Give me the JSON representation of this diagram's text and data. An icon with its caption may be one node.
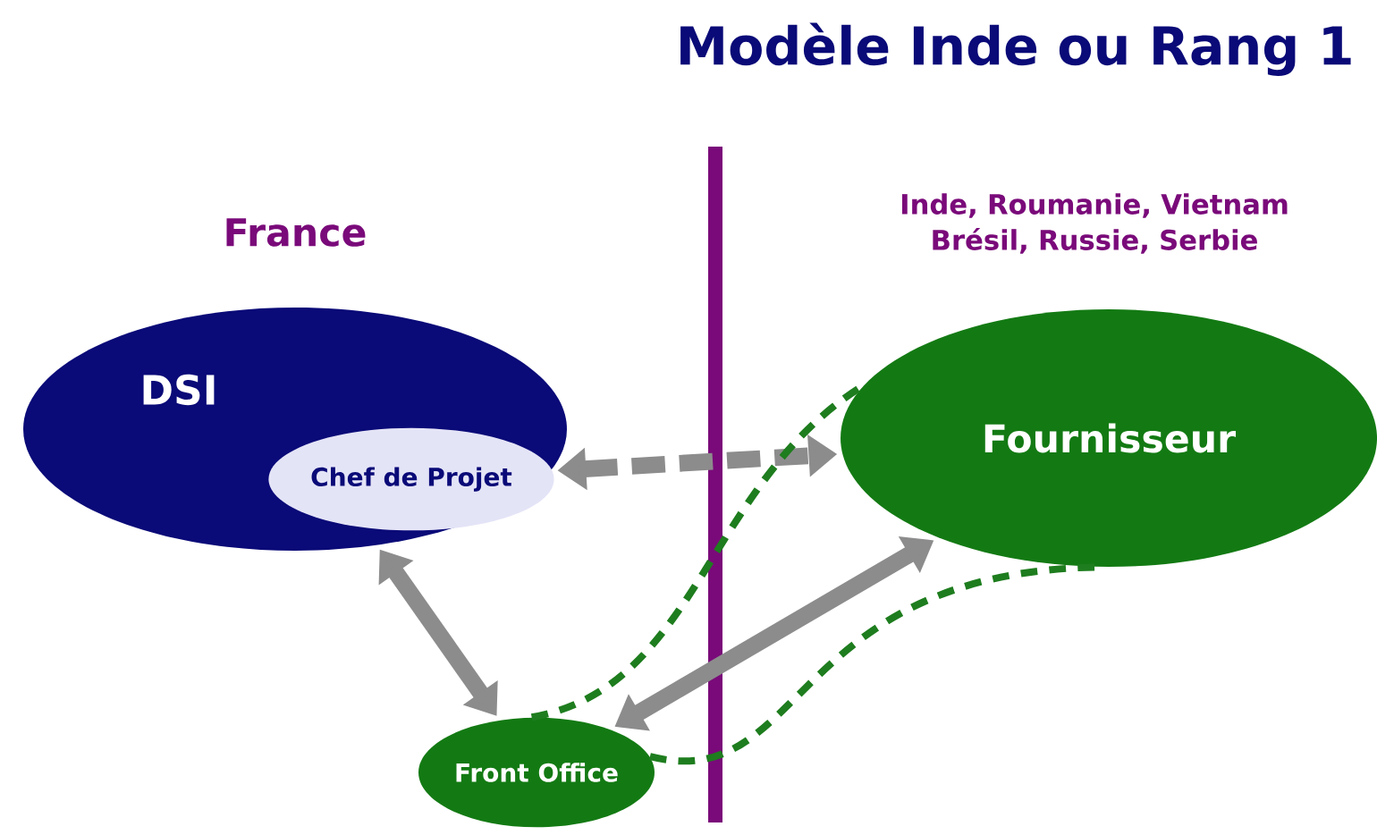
{
  "diagram": {
    "title": "Modèle Inde ou Rang 1",
    "nodes": [
      {
        "text": [
          "DSI"
        ]
      },
      {
        "text": [
          "Chef de Projet"
        ],
        "in": 0
      },
      {
        "text": [
          "Fournisseur"
        ]
      },
      {
        "text": [
          "Front Office"
        ]
      }
    ],
    "edges": [
      {
        "from": 1,
        "to": 2,
        "arrow": "both",
        "style": "dashed"
      },
      {
        "from": 0,
        "to": 3,
        "arrow": "both"
      },
      {
        "from": 3,
        "to": 2,
        "arrow": "both"
      },
      {
        "from": 3,
        "to": 2,
        "arrow": "none",
        "style": "dashed",
        "color": "#1e7d1e"
      },
      {
        "from": 3,
        "to": 2,
        "arrow": "none",
        "style": "dashed",
        "color": "#1e7d1e"
      }
    ],
    "labels": [
      "France",
      "Inde, Roumanie, Vietnam Brésil, Russie, Serbie"
    ]
  }
}
